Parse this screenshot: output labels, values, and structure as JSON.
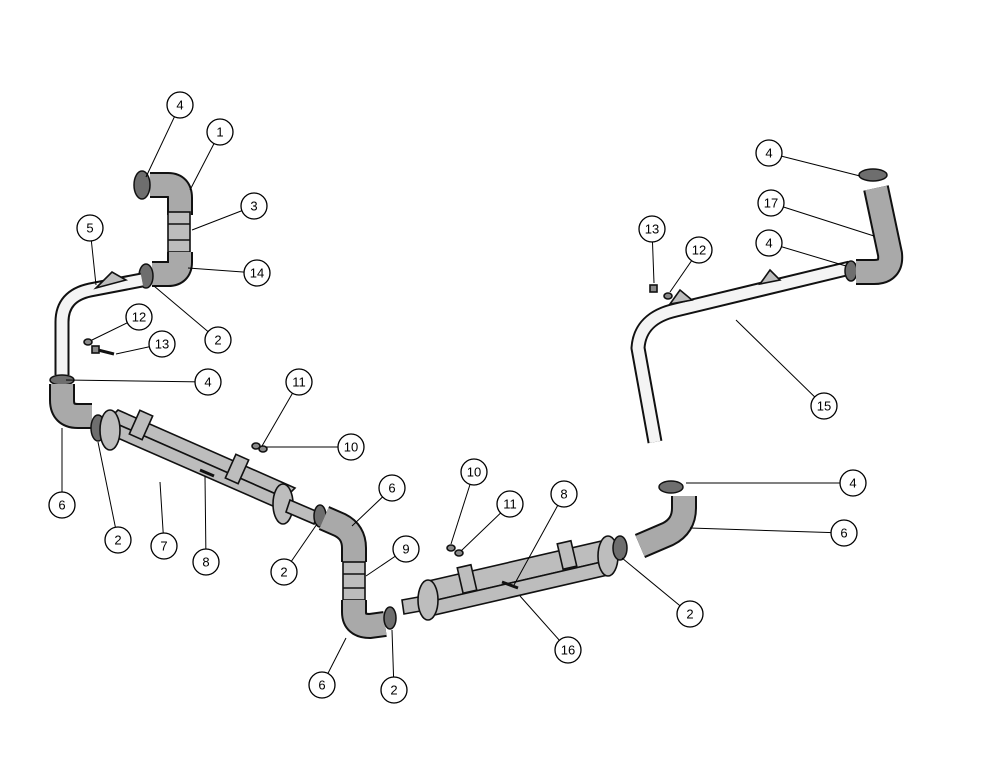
{
  "callouts": [
    "4",
    "1",
    "3",
    "5",
    "14",
    "12",
    "13",
    "2",
    "4",
    "6",
    "11",
    "10",
    "2",
    "7",
    "8",
    "6",
    "2",
    "9",
    "6",
    "2",
    "10",
    "11",
    "8",
    "16",
    "2",
    "4",
    "6",
    "13",
    "12",
    "17",
    "4",
    "15",
    "4"
  ]
}
